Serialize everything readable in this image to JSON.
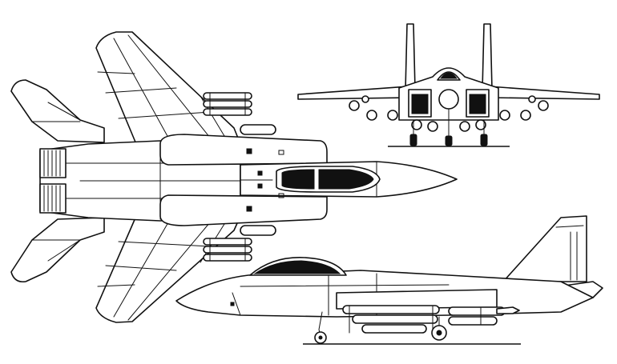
{
  "drawing": {
    "type": "three-view line drawing",
    "views": [
      "top",
      "front",
      "side"
    ],
    "ink_color": "#111111",
    "background_color": "#ffffff"
  }
}
